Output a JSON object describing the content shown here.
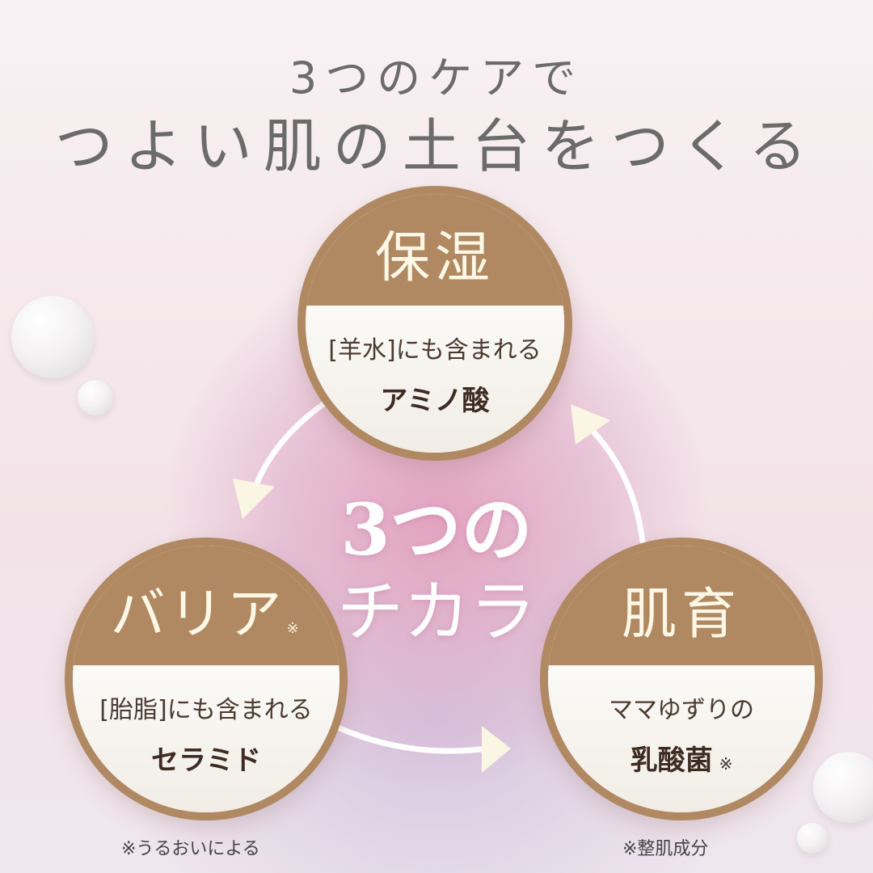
{
  "heading": {
    "line1": "3つのケアで",
    "line2": "つよい肌の土台をつくる"
  },
  "center": {
    "line1": "3つの",
    "line2": "チカラ"
  },
  "cards": {
    "moisture": {
      "title": "保湿",
      "subtitle": "[羊水]にも含まれる",
      "ingredient": "アミノ酸"
    },
    "barrier": {
      "title": "バリア",
      "title_mark": "※",
      "subtitle": "[胎脂]にも含まれる",
      "ingredient": "セラミド"
    },
    "skin_growth": {
      "title": "肌育",
      "subtitle": "ママゆずりの",
      "ingredient": "乳酸菌",
      "ingredient_mark": "※"
    }
  },
  "notes": {
    "barrier_note": "※うるおいによる",
    "skin_note": "※整肌成分"
  },
  "colors": {
    "accent": "#b08962",
    "title_text": "#fdf7e6",
    "heading_text": "#6b6b6b",
    "arrow": "#ffffff",
    "arrow_head": "#fbf6e3"
  }
}
